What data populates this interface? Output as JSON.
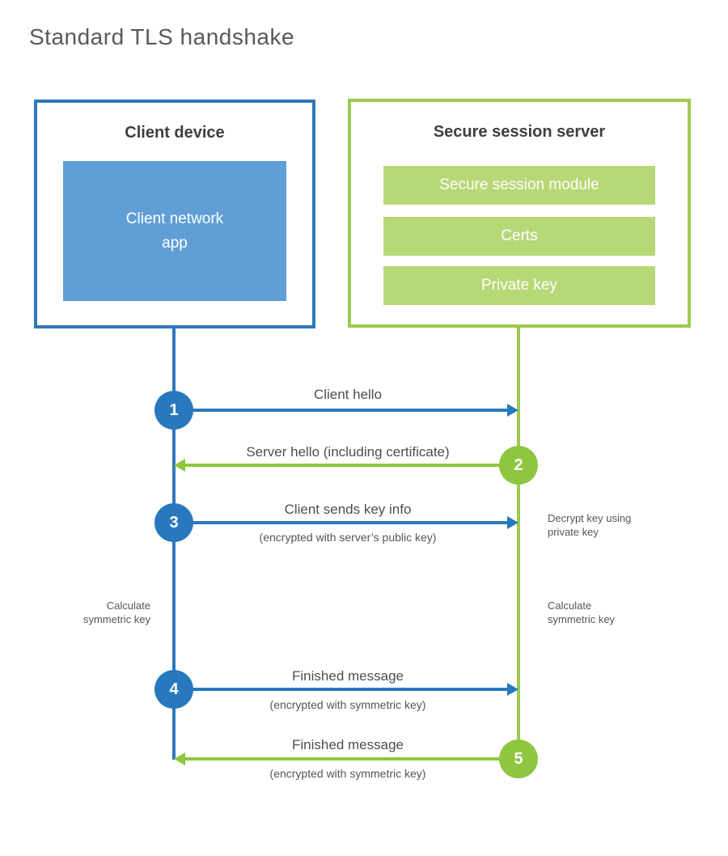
{
  "page": {
    "title": "Standard TLS handshake"
  },
  "colors": {
    "blue_accent": "#2878BD",
    "blue_border": "#2E78BC",
    "blue_fill": "#5F9FD6",
    "green_accent": "#8FC63F",
    "green_border": "#9CCB4D",
    "green_fill": "#B7D877",
    "title_gray": "#58595B",
    "heading_dark": "#3E3E40",
    "label_gray": "#4E4E50",
    "note_gray": "#565658"
  },
  "client": {
    "title": "Client device",
    "app": {
      "line1": "Client network",
      "line2": "app"
    }
  },
  "server": {
    "title": "Secure session server",
    "modules": [
      "Secure session module",
      "Certs",
      "Private key"
    ]
  },
  "steps": [
    {
      "num": "1",
      "label": "Client hello",
      "sub": "",
      "direction": "right",
      "color": "blue"
    },
    {
      "num": "2",
      "label": "Server hello (including certificate)",
      "sub": "",
      "direction": "left",
      "color": "green"
    },
    {
      "num": "3",
      "label": "Client sends key info",
      "sub": "(encrypted with server’s public key)",
      "direction": "right",
      "color": "blue"
    },
    {
      "num": "4",
      "label": "Finished message",
      "sub": "(encrypted with symmetric key)",
      "direction": "right",
      "color": "blue"
    },
    {
      "num": "5",
      "label": "Finished message",
      "sub": "(encrypted with symmetric key)",
      "direction": "left",
      "color": "green"
    }
  ],
  "notes": {
    "left_calculate": [
      "Calculate",
      "symmetric key"
    ],
    "right_decrypt": [
      "Decrypt key using",
      "private key"
    ],
    "right_calculate": [
      "Calculate",
      "symmetric key"
    ]
  }
}
